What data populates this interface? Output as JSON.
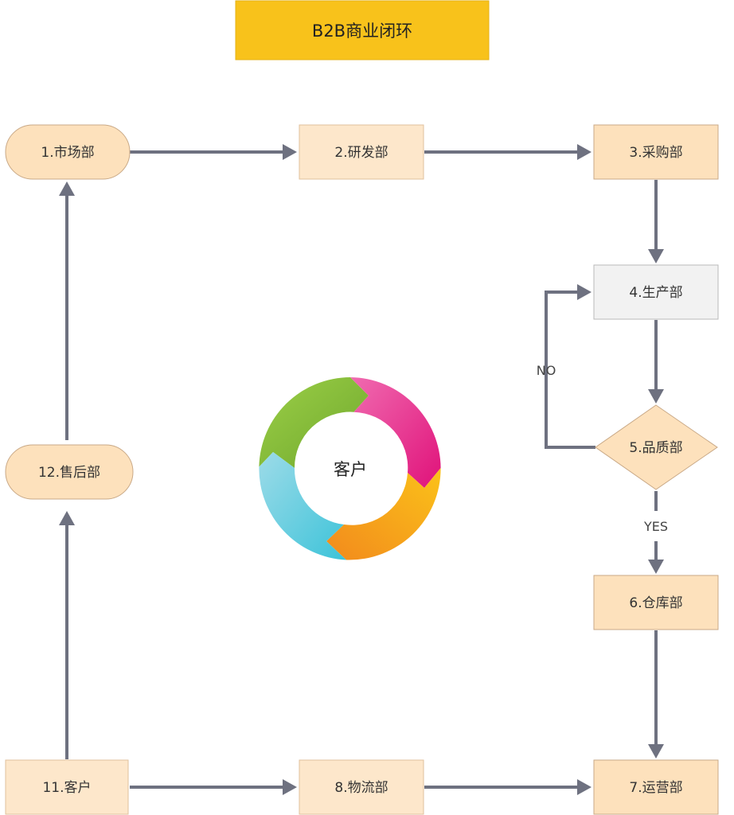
{
  "title": "B2B商业闭环",
  "center_label": "客户",
  "nodes": {
    "market": "1.市场部",
    "rnd": "2.研发部",
    "purchase": "3.采购部",
    "production": "4.生产部",
    "quality": "5.品质部",
    "warehouse": "6.仓库部",
    "operation": "7.运营部",
    "logistics": "8.物流部",
    "customer": "11.客户",
    "aftersales": "12.售后部"
  },
  "edge_labels": {
    "no": "NO",
    "yes": "YES"
  },
  "colors": {
    "title_fill": "#f8c21b",
    "node_fill": "#fde1bc",
    "node_fill_light": "#fde7cb",
    "production_fill": "#f2f2f2",
    "node_stroke": "#c9a987",
    "edge": "#6e7180",
    "ring_green": "#8cc63f",
    "ring_magenta": "#e9177f",
    "ring_orange": "#f7a11a",
    "ring_cyan": "#5bcbe0"
  }
}
